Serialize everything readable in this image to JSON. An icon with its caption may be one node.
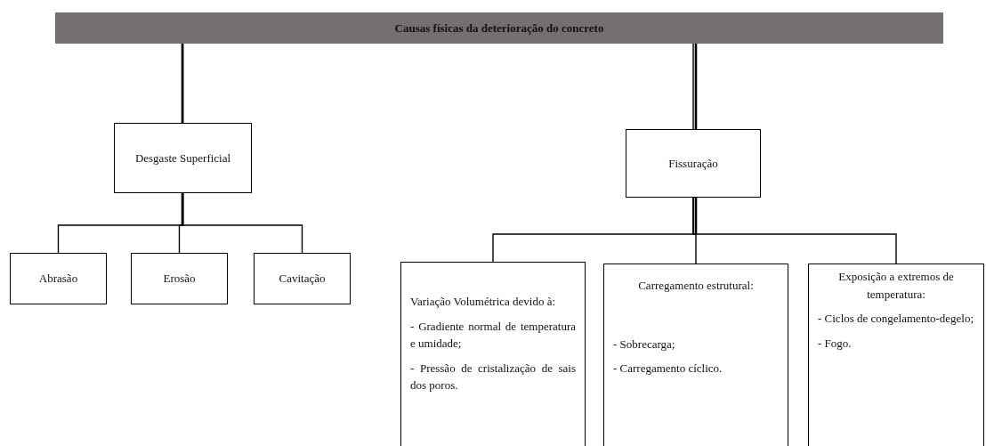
{
  "diagram": {
    "nodes": [
      {
        "text": [
          "Causas físicas da deterioração do concreto"
        ]
      },
      {
        "text": [
          "Desgaste Superficial"
        ]
      },
      {
        "text": [
          "Fissuração"
        ]
      },
      {
        "text": [
          "Abrasão"
        ]
      },
      {
        "text": [
          "Erosão"
        ]
      },
      {
        "text": [
          "Cavitação"
        ]
      },
      {
        "text": [
          "Variação Volumétrica devido à:",
          "- Gradiente normal de temperatura e umidade;",
          "- Pressão de cristalização de sais dos poros."
        ]
      },
      {
        "text": [
          "Carregamento estrutural:",
          "- Sobrecarga;",
          "- Carregamento cíclico."
        ]
      },
      {
        "text": [
          "Exposição a extremos de temperatura:",
          "- Ciclos de congelamento-degelo;",
          "- Fogo."
        ]
      }
    ],
    "edges": [
      {
        "from": 0,
        "to": 1,
        "arrow": "none"
      },
      {
        "from": 0,
        "to": 2,
        "arrow": "none"
      },
      {
        "from": 1,
        "to": 3,
        "arrow": "none"
      },
      {
        "from": 1,
        "to": 4,
        "arrow": "none"
      },
      {
        "from": 1,
        "to": 5,
        "arrow": "none"
      },
      {
        "from": 2,
        "to": 6,
        "arrow": "none"
      },
      {
        "from": 2,
        "to": 7,
        "arrow": "none"
      },
      {
        "from": 2,
        "to": 8,
        "arrow": "none"
      }
    ]
  }
}
